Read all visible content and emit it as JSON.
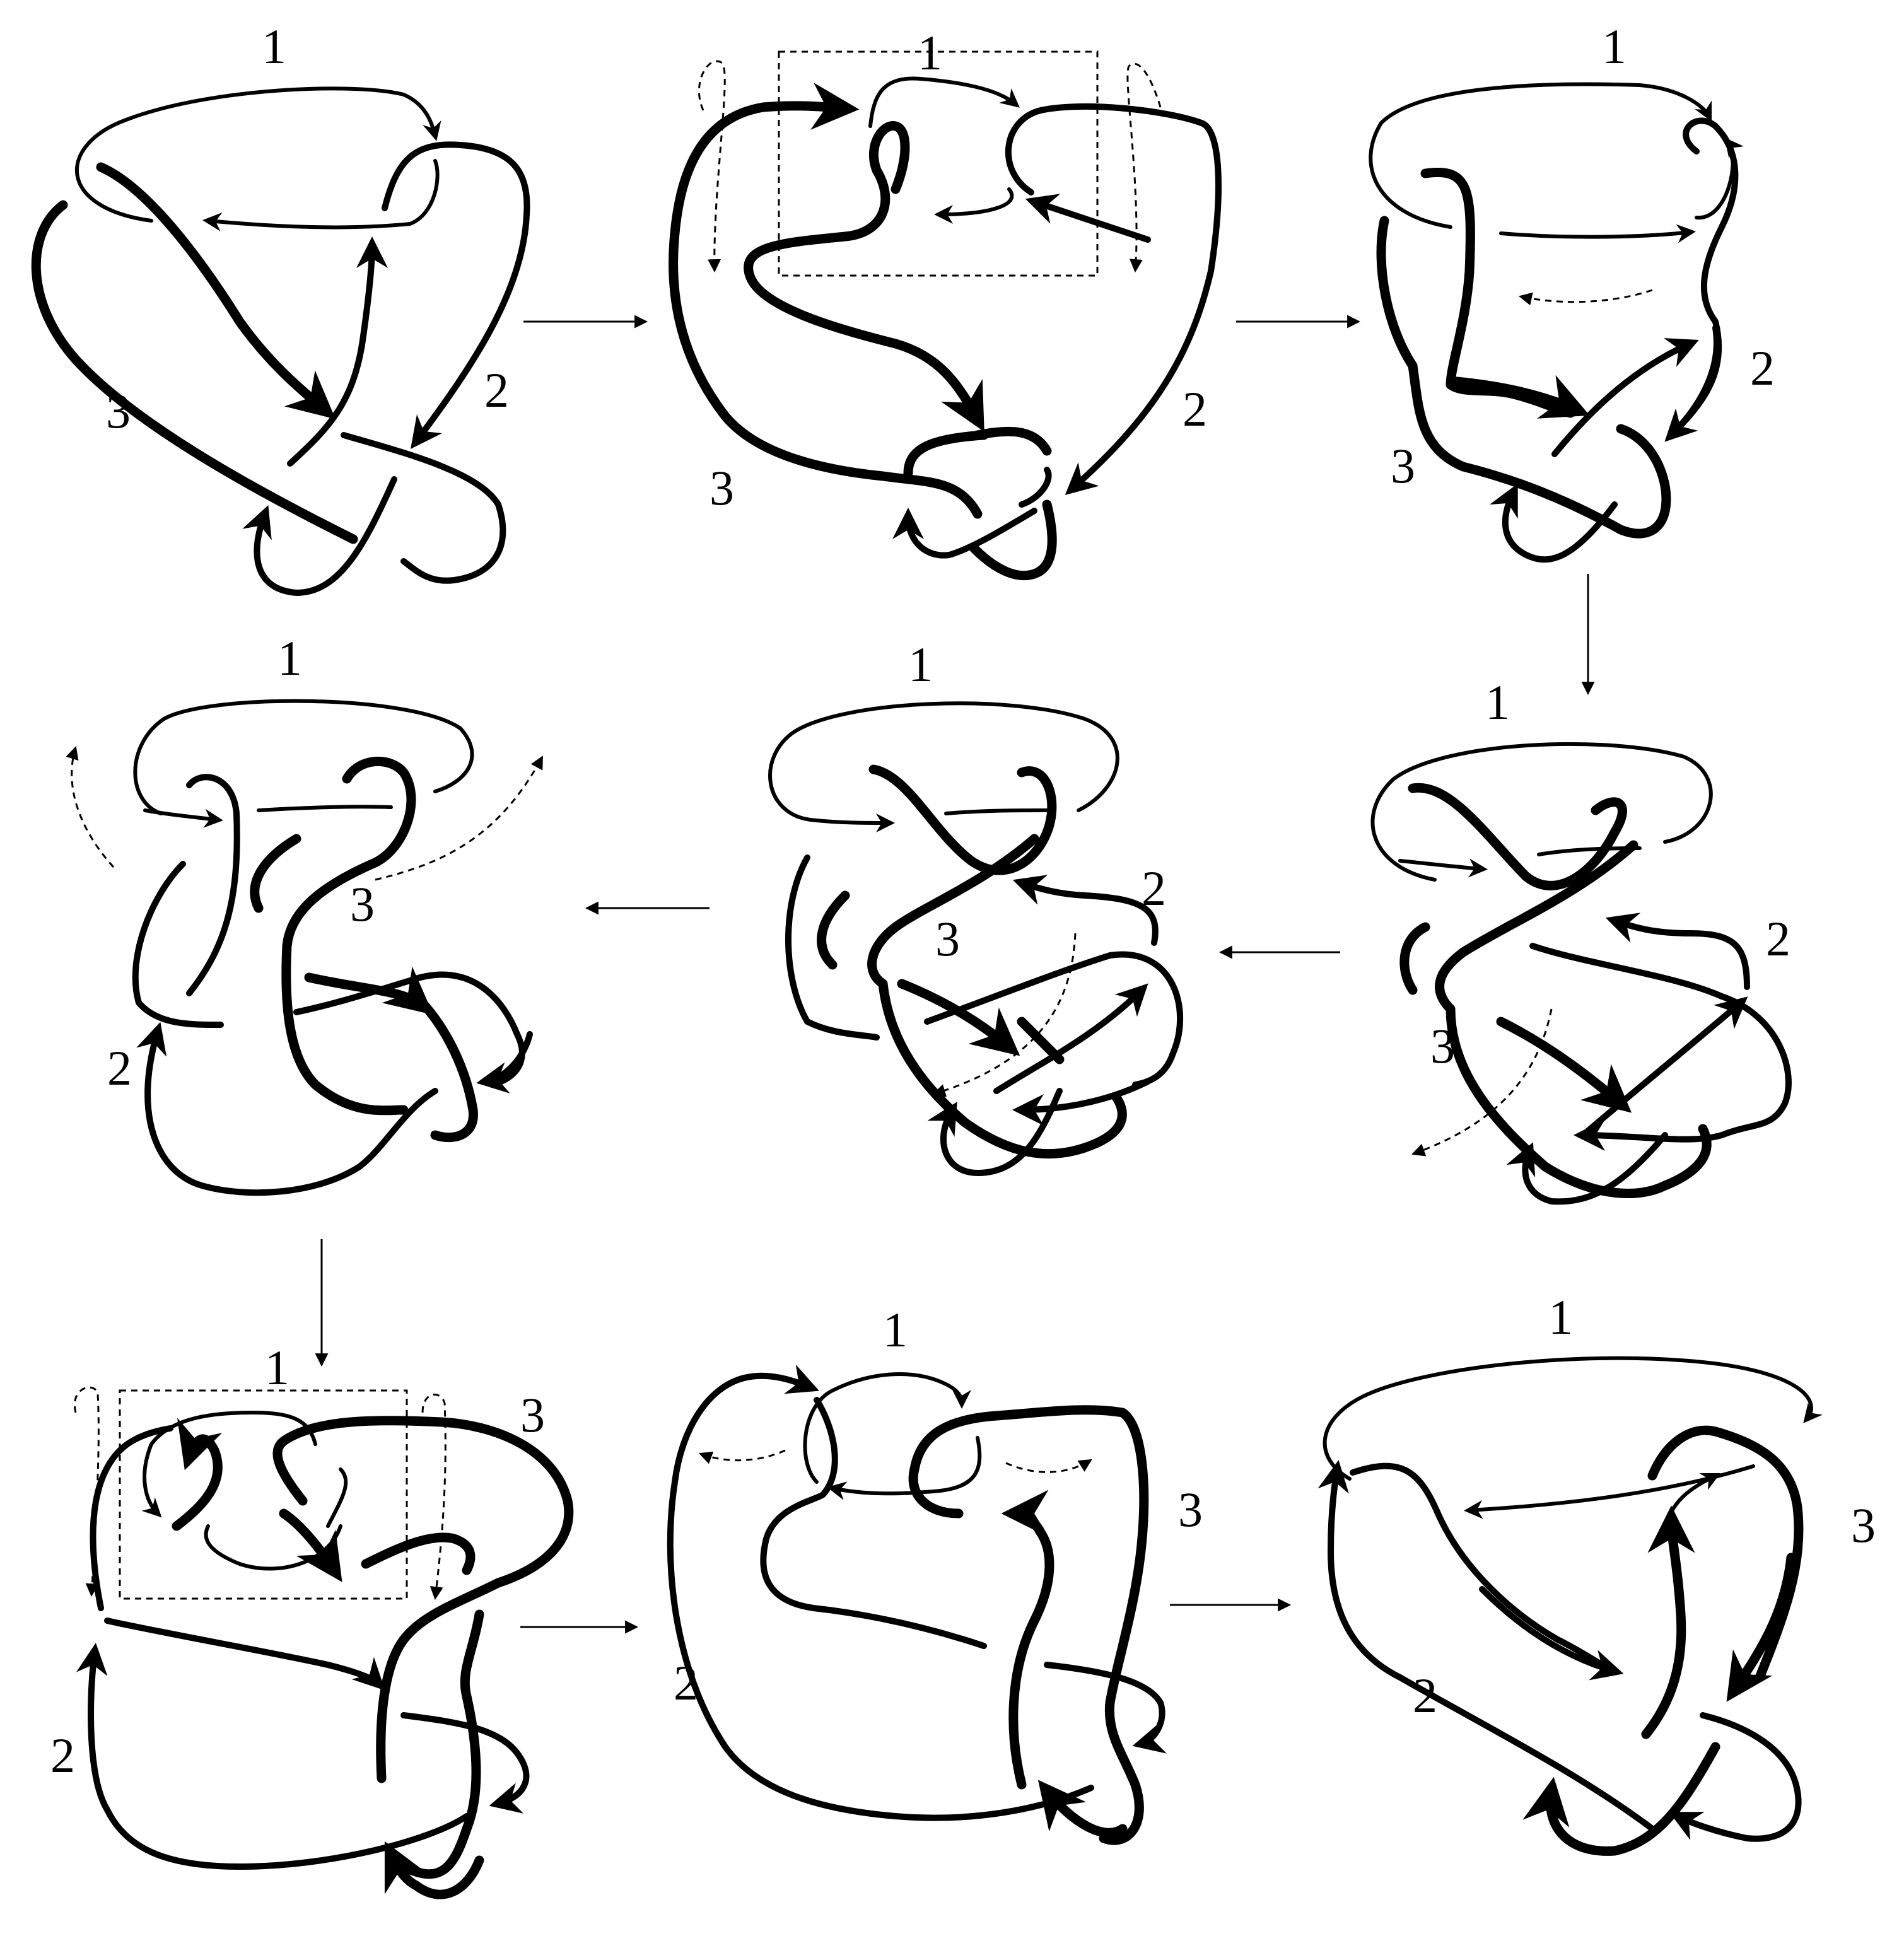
{
  "panels": [
    {
      "labels": [
        "1",
        "2",
        "3"
      ]
    },
    {
      "labels": [
        "1",
        "2",
        "3"
      ]
    },
    {
      "labels": [
        "1",
        "2",
        "3"
      ]
    },
    {
      "labels": [
        "1",
        "2",
        "3"
      ]
    },
    {
      "labels": [
        "1",
        "2",
        "3"
      ]
    },
    {
      "labels": [
        "1",
        "2",
        "3"
      ]
    },
    {
      "labels": [
        "1",
        "2",
        "3"
      ]
    },
    {
      "labels": [
        "1",
        "2",
        "3"
      ]
    },
    {
      "labels": [
        "1",
        "2",
        "3"
      ]
    }
  ],
  "sequence_arrows": 8
}
